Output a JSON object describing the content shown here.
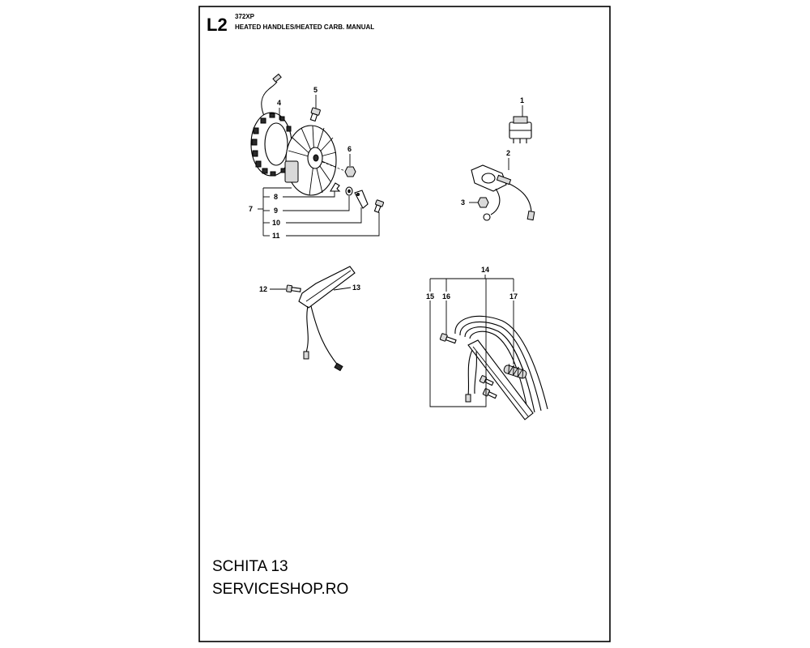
{
  "header": {
    "code": "L2",
    "model": "372XP",
    "title": "HEATED HANDLES/HEATED CARB. MANUAL"
  },
  "callouts": [
    "1",
    "2",
    "3",
    "4",
    "5",
    "6",
    "7",
    "8",
    "9",
    "10",
    "11",
    "12",
    "13",
    "14",
    "15",
    "16",
    "17"
  ],
  "footer": {
    "line1": "SCHITA 13",
    "line2": "SERVICESHOP.RO"
  }
}
